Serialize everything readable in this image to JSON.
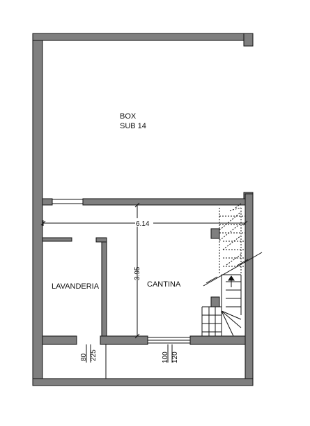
{
  "rooms": {
    "box": {
      "name": "BOX",
      "sub": "SUB 14"
    },
    "lavanderia": {
      "name": "LAVANDERIA"
    },
    "cantina": {
      "name": "CANTINA"
    }
  },
  "dimensions": {
    "width": "6.14",
    "height": "3.95",
    "door_left_width": "80",
    "door_left_height": "225",
    "window_width": "100",
    "window_height": "120"
  },
  "colors": {
    "wall_fill": "#7f7f7f",
    "wall_stroke": "#111111",
    "line": "#111111"
  }
}
